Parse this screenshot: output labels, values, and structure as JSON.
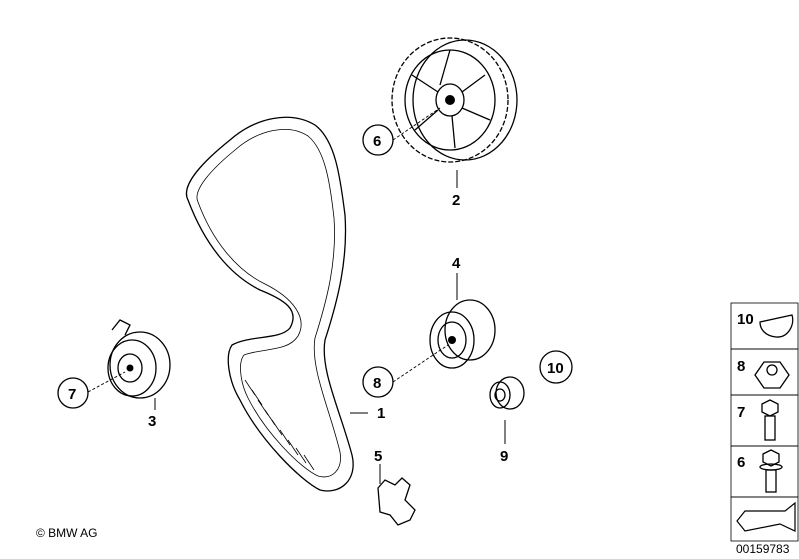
{
  "diagram": {
    "callouts": [
      {
        "id": "c1",
        "text": "1"
      },
      {
        "id": "c2",
        "text": "2"
      },
      {
        "id": "c3",
        "text": "3"
      },
      {
        "id": "c4",
        "text": "4"
      },
      {
        "id": "c5",
        "text": "5"
      },
      {
        "id": "c6",
        "text": "6"
      },
      {
        "id": "c7",
        "text": "7"
      },
      {
        "id": "c8",
        "text": "8"
      },
      {
        "id": "c9",
        "text": "9"
      },
      {
        "id": "c10",
        "text": "10"
      }
    ],
    "legend": [
      {
        "text": "10"
      },
      {
        "text": "8"
      },
      {
        "text": "7"
      },
      {
        "text": "6"
      }
    ],
    "copyright": "© BMW AG",
    "image_number": "00159783"
  }
}
